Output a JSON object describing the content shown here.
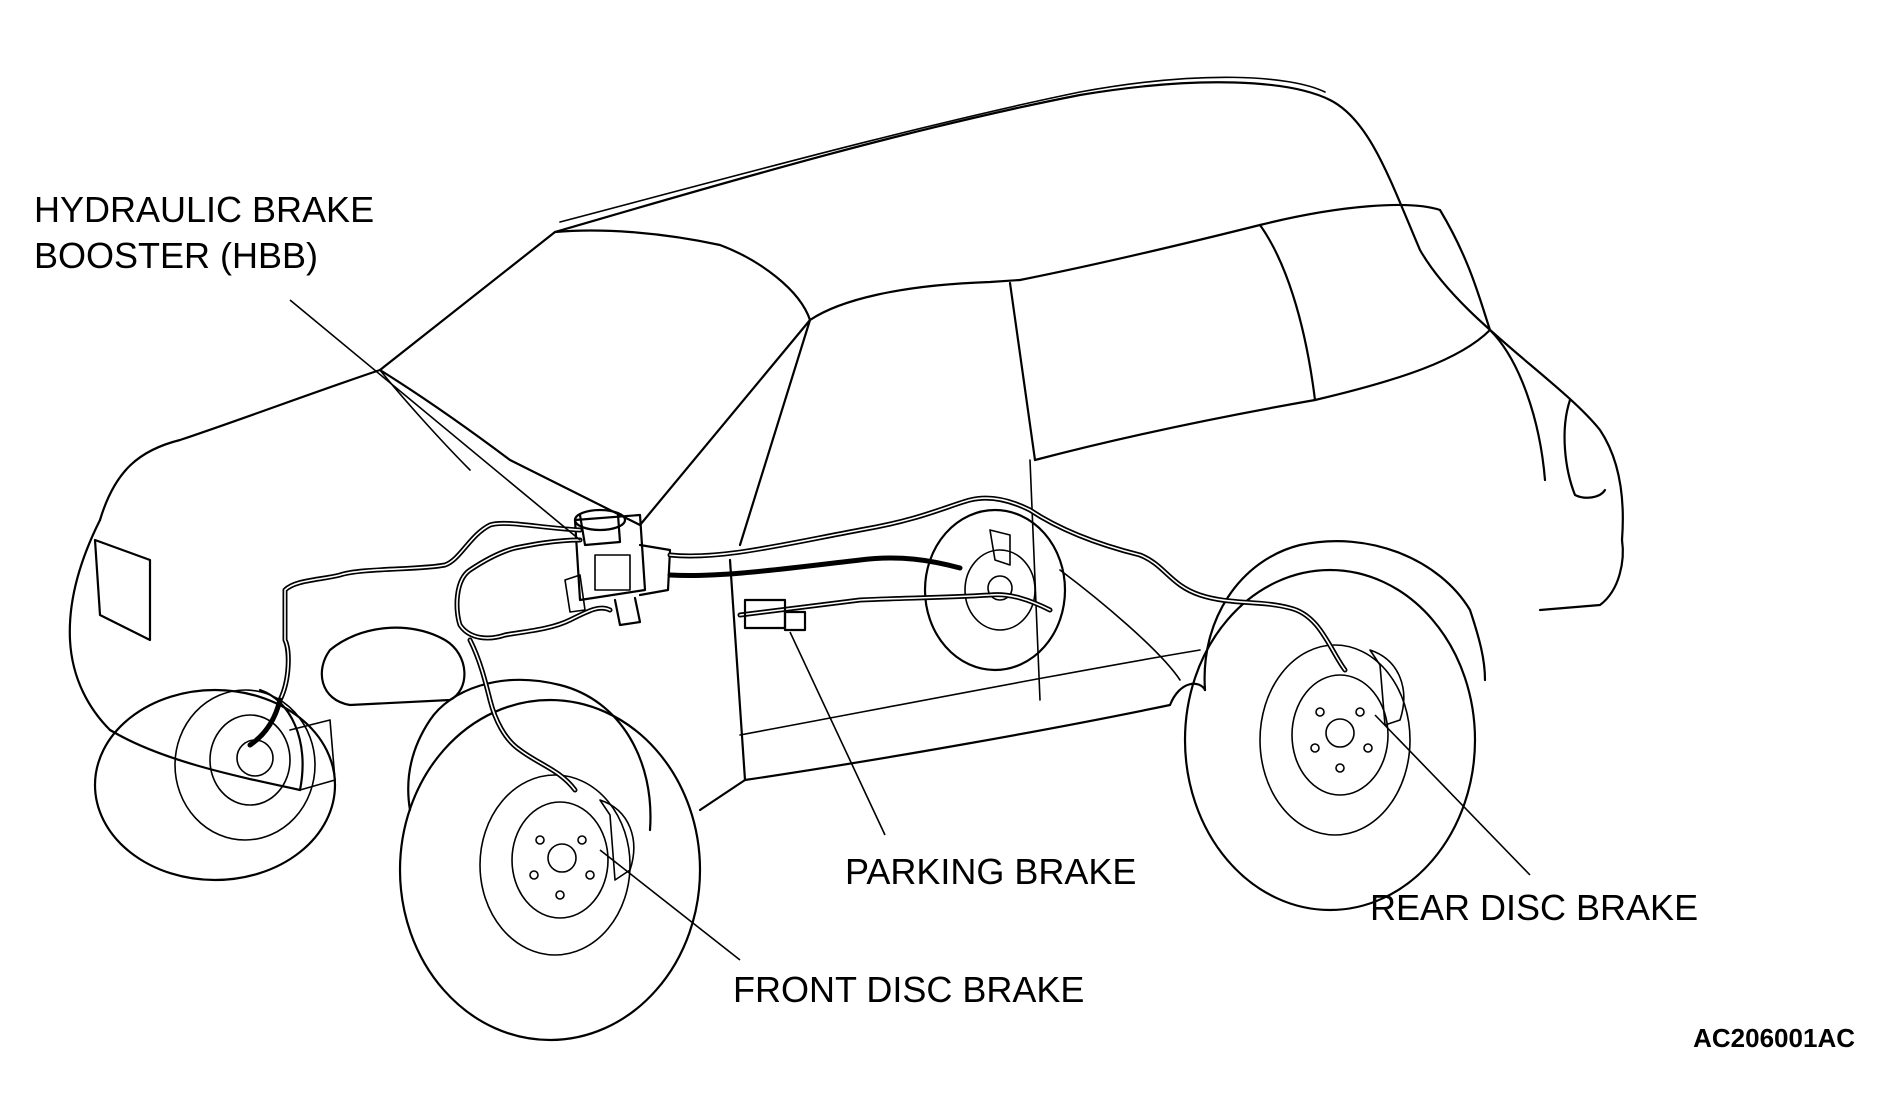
{
  "labels": {
    "hbb_line1": "HYDRAULIC BRAKE",
    "hbb_line2": "BOOSTER (HBB)",
    "parking_brake": "PARKING BRAKE",
    "front_disc_brake": "FRONT DISC BRAKE",
    "rear_disc_brake": "REAR DISC BRAKE"
  },
  "figure_code": "AC206001AC"
}
